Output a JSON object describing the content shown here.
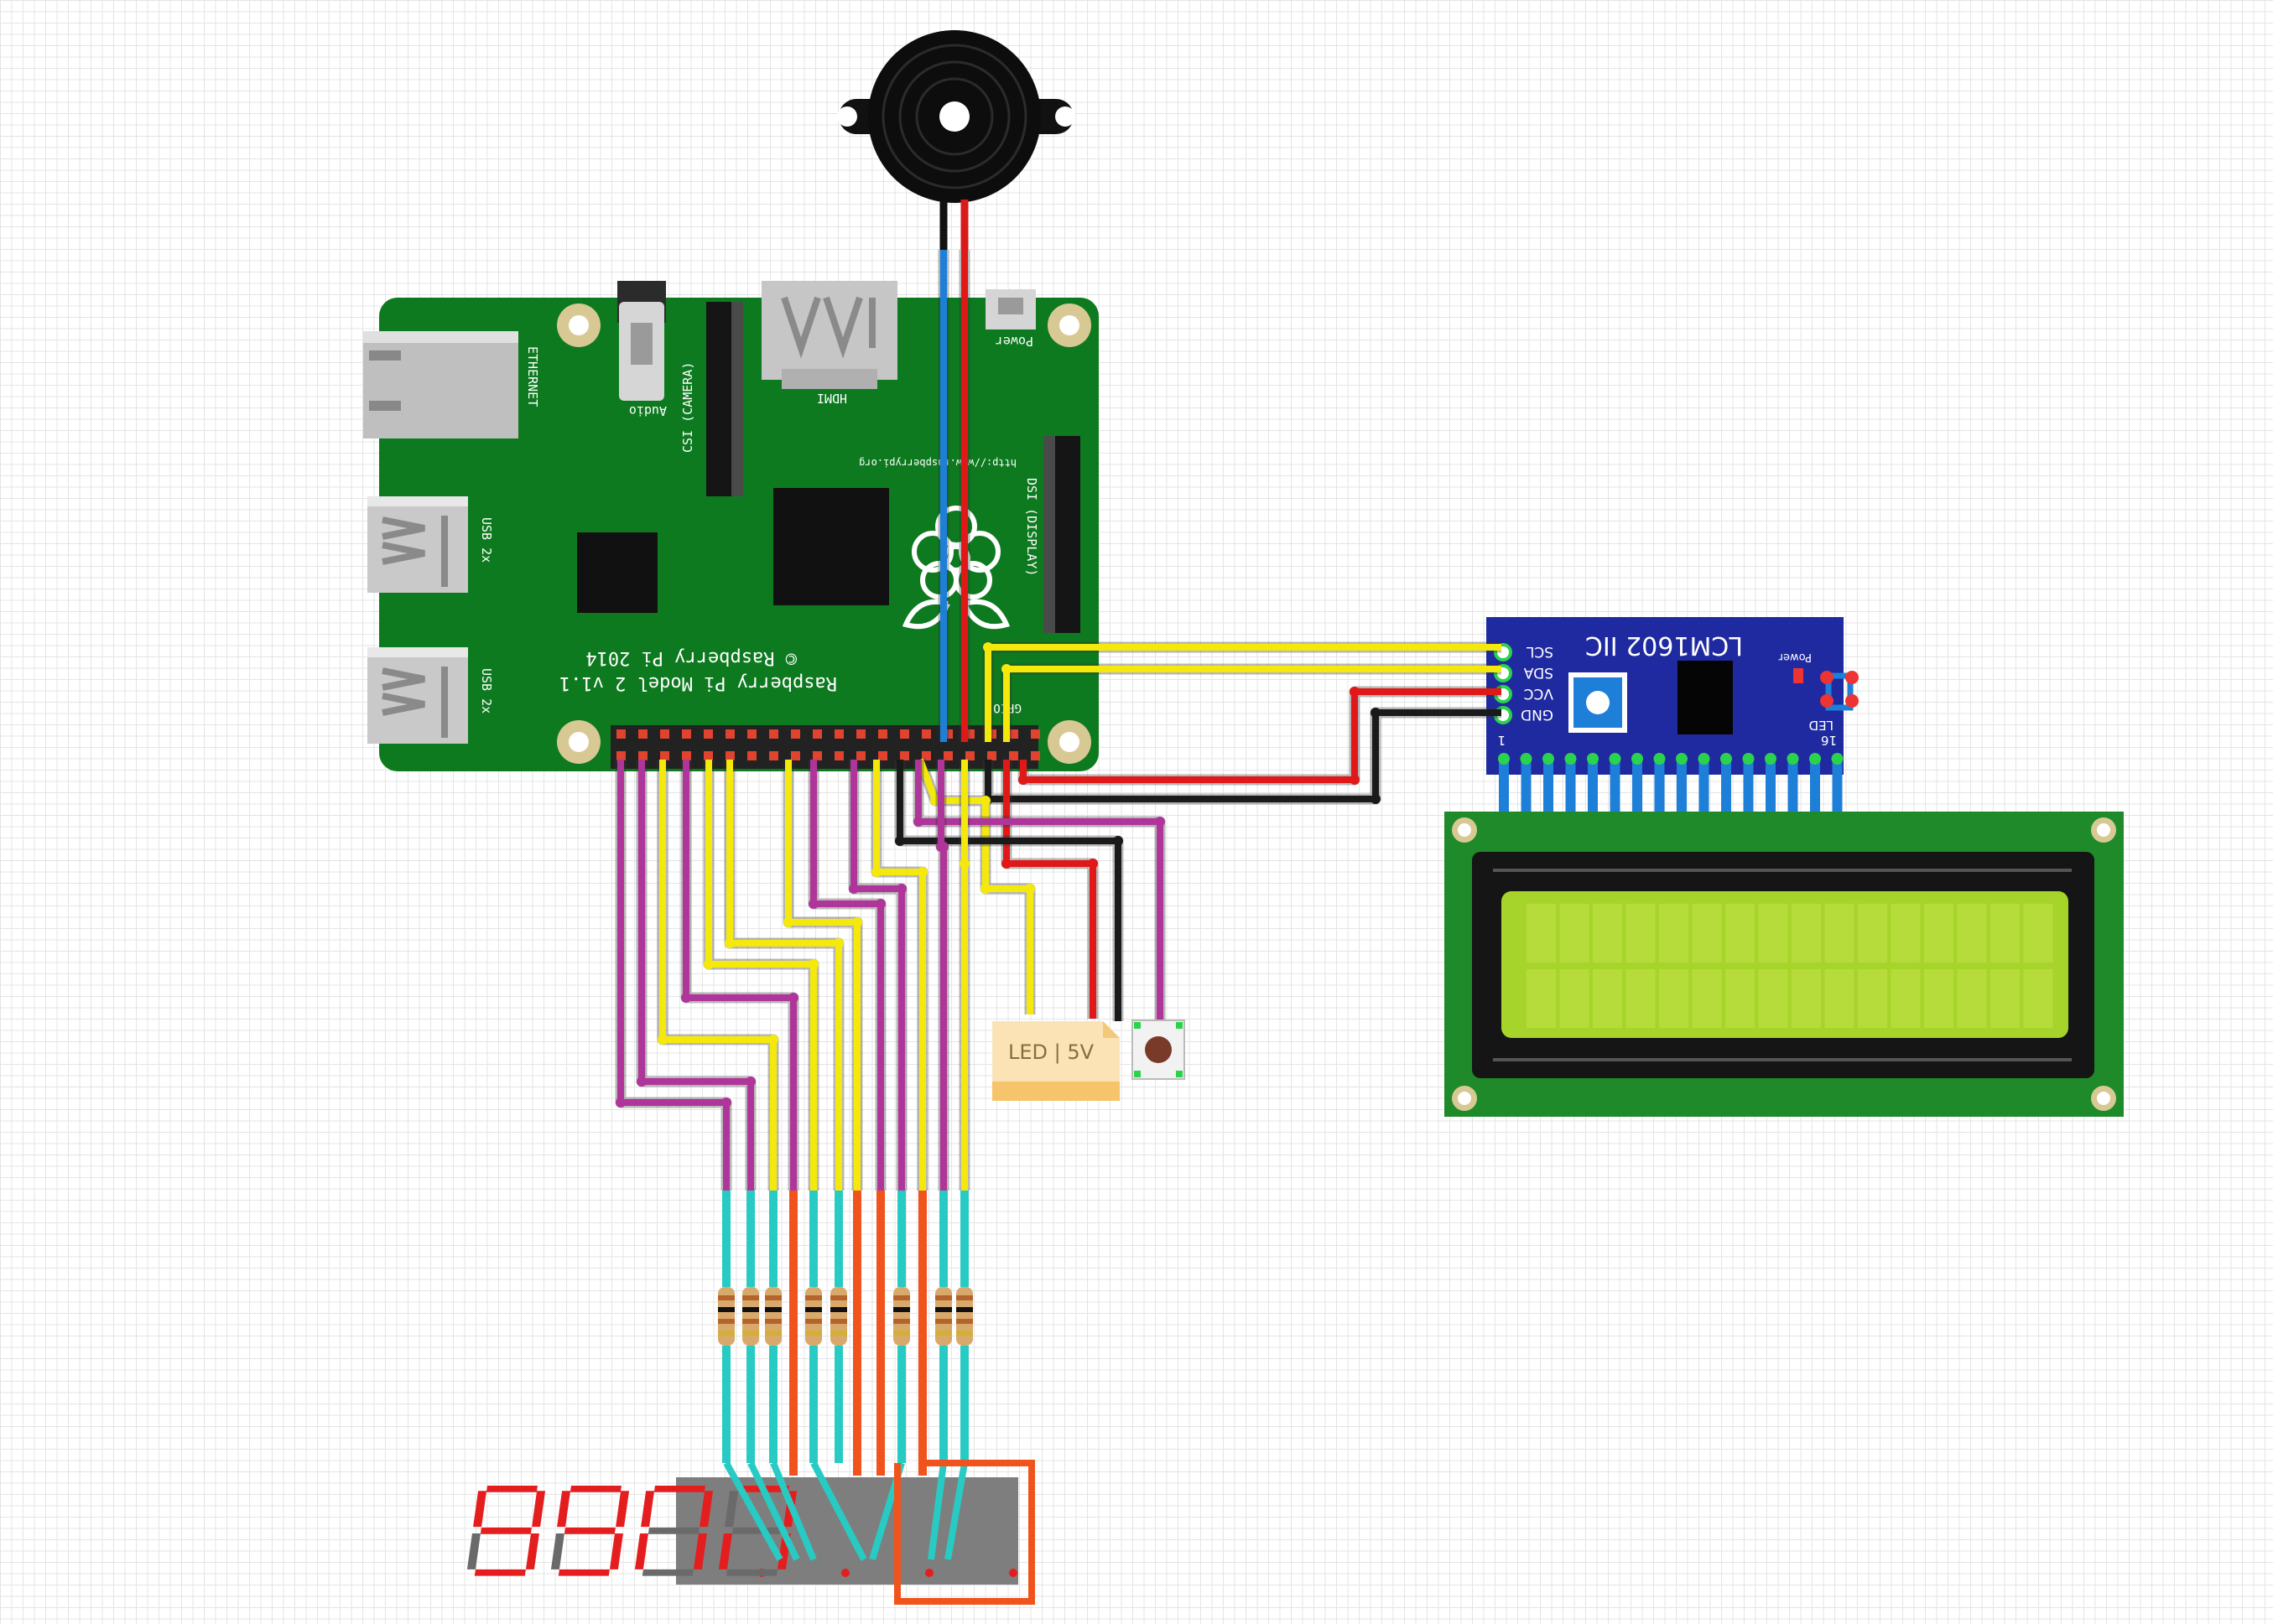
{
  "rpi": {
    "model": "Raspberry Pi Model 2 v1.1",
    "copyright": "© Raspberry Pi 2014",
    "url": "http://www.raspberrypi.org",
    "labels": {
      "ethernet": "ETHERNET",
      "usb_top": "USB 2x",
      "usb_bottom": "USB 2x",
      "audio": "Audio",
      "csi": "CSI (CAMERA)",
      "hdmi": "HDMI",
      "power": "Power",
      "dsi": "DSI (DISPLAY)",
      "gpio": "GPIO"
    }
  },
  "i2c": {
    "title": "LCM1602 IIC",
    "pins": [
      "SCL",
      "SDA",
      "VCC",
      "GND"
    ],
    "power": "Power",
    "led": "LED",
    "pin_first": "1",
    "pin_last": "16"
  },
  "led_label": "LED | 5V",
  "colors": {
    "board": "#0e7a1f",
    "i2c_board": "#1f2aa0",
    "lcd_board": "#1e8a2a",
    "lcd_screen": "#a7d42a",
    "seg_digit": "#e41e1e",
    "wire_magenta": "#b0359a",
    "wire_yellow": "#f5e90b",
    "wire_red": "#e01818",
    "wire_black": "#1a1a1a",
    "wire_blue": "#1e7fd8",
    "wire_cyan": "#28cbc4",
    "wire_orange": "#f0541c"
  }
}
